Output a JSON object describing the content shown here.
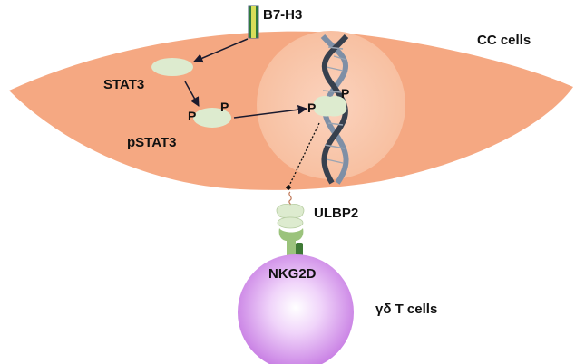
{
  "labels": {
    "b7h3": "B7-H3",
    "cc_cells": "CC cells",
    "stat3": "STAT3",
    "pstat3": "pSTAT3",
    "phospho_p": "P",
    "ulbp2": "ULBP2",
    "nkg2d": "NKG2D",
    "gd_t_cells": "γδ T cells"
  },
  "colors": {
    "cell_body": "#F5A882",
    "nucleus": "#F9C9B0",
    "protein": "#DDEBCF",
    "protein_stroke": "#B7CDA2",
    "receptor": "#9BC37C",
    "receptor_dark": "#3F7A36",
    "t_cell": "#CC88E6",
    "arrow": "#1a1a2e"
  }
}
